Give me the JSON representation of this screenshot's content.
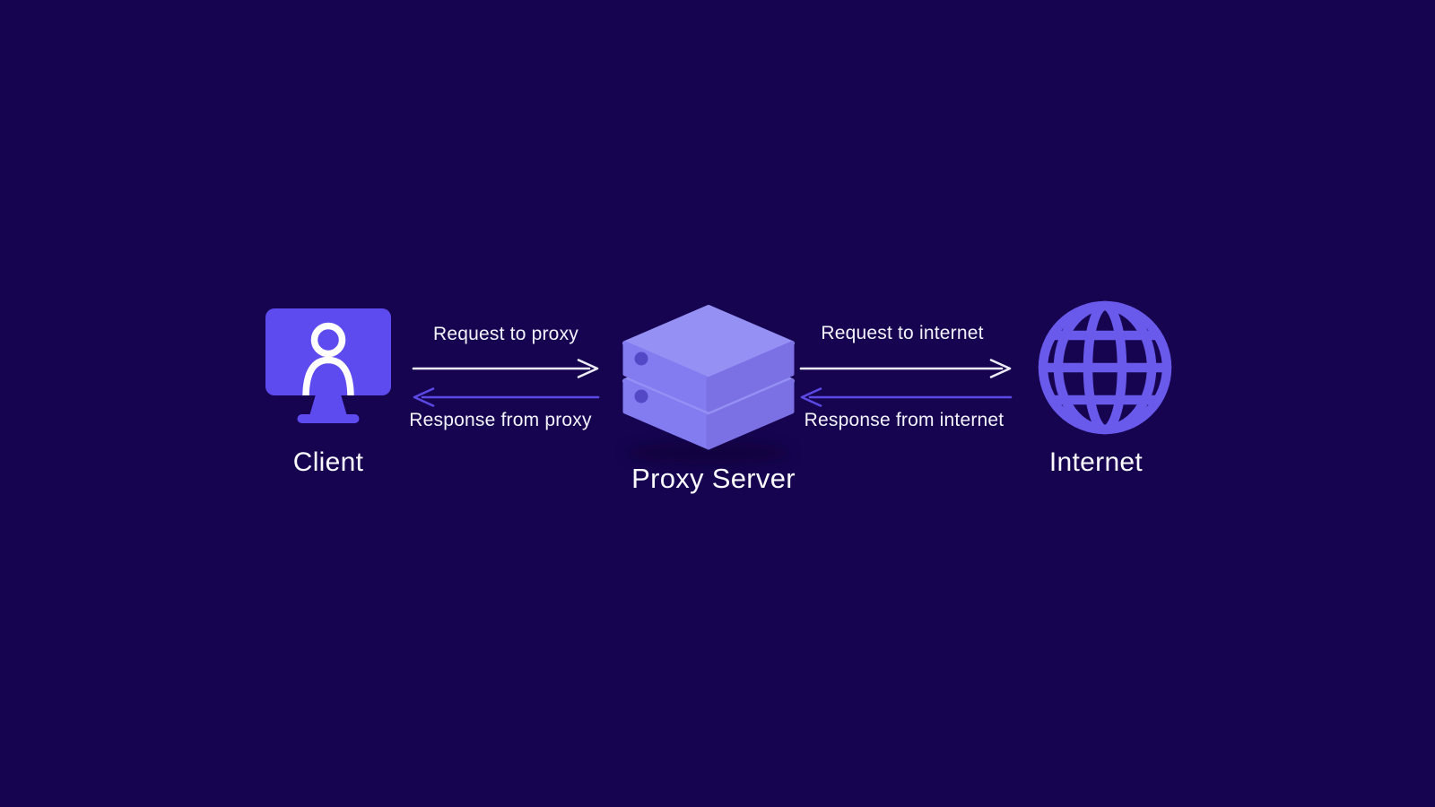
{
  "diagram": {
    "title": "",
    "nodes": [
      {
        "id": "client",
        "label": "Client",
        "icon": "monitor-user-icon"
      },
      {
        "id": "proxy-server",
        "label": "Proxy Server",
        "icon": "server-stack-icon"
      },
      {
        "id": "internet",
        "label": "Internet",
        "icon": "globe-icon"
      }
    ],
    "arrows": [
      {
        "id": "request-to-proxy",
        "label": "Request to proxy",
        "from": "client",
        "to": "proxy-server",
        "direction": "right",
        "style": "light"
      },
      {
        "id": "response-from-proxy",
        "label": "Response from proxy",
        "from": "proxy-server",
        "to": "client",
        "direction": "left",
        "style": "purple"
      },
      {
        "id": "request-to-internet",
        "label": "Request to internet",
        "from": "proxy-server",
        "to": "internet",
        "direction": "right",
        "style": "light"
      },
      {
        "id": "response-from-internet",
        "label": "Response from internet",
        "from": "internet",
        "to": "proxy-server",
        "direction": "left",
        "style": "purple"
      }
    ]
  },
  "colors": {
    "background": "#170450",
    "icon_primary": "#5E4BF0",
    "icon_accent": "#6A5AEC",
    "server_top": "#9490F4",
    "server_left": "#837CF0",
    "server_right": "#7B70E4",
    "server_dot": "#5348C6",
    "request_arrow": "#EEEDF7",
    "response_arrow": "#5A49E4",
    "arrow_label_text": "#F4F3FC",
    "node_label_text": "#FBFAFE"
  }
}
